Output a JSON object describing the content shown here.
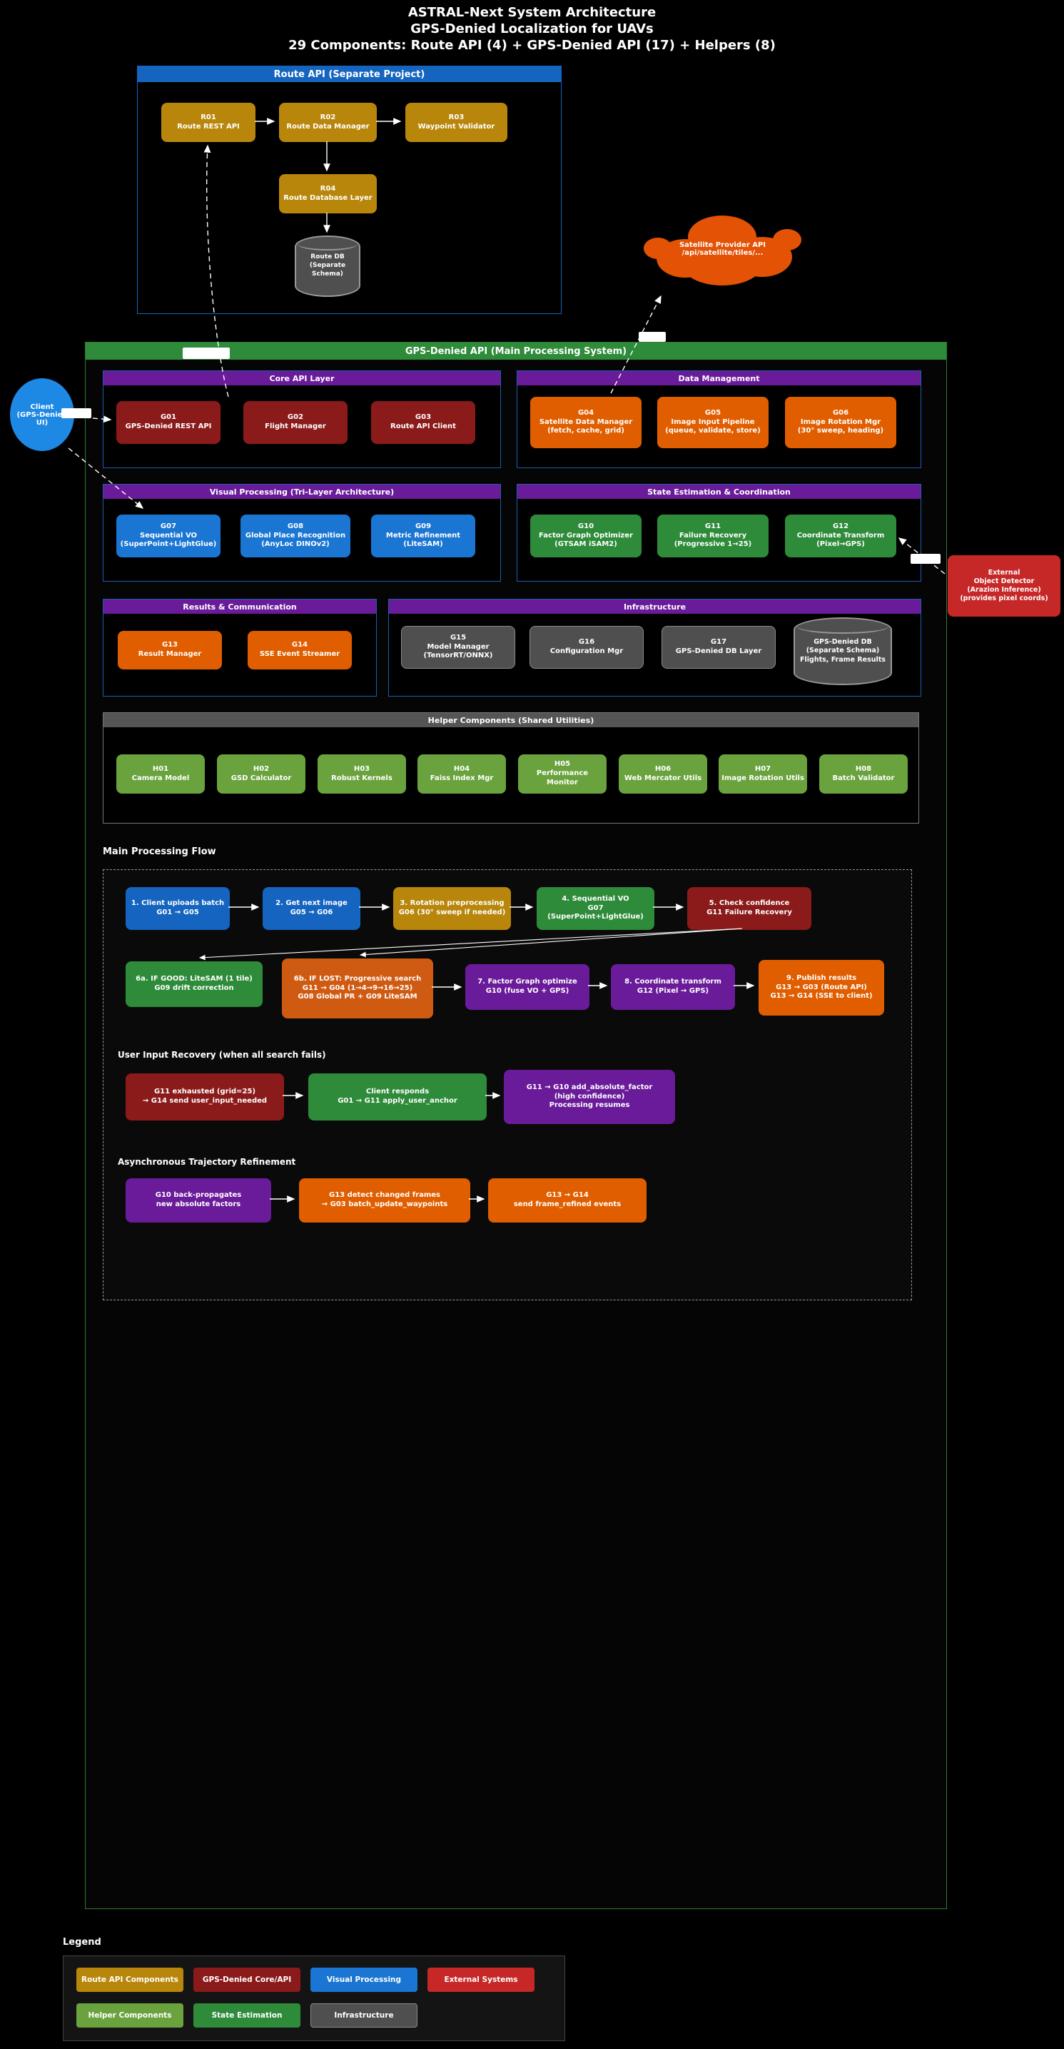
{
  "title": {
    "line1": "ASTRAL-Next System Architecture",
    "line2": "GPS-Denied Localization for UAVs",
    "line3": "29 Components: Route API (4) + GPS-Denied API (17) + Helpers (8)"
  },
  "route_api": {
    "header": "Route API (Separate Project)",
    "nodes": {
      "r01": "R01\nRoute REST API",
      "r02": "R02\nRoute Data Manager",
      "r03": "R03\nWaypoint Validator",
      "r04": "R04\nRoute Database Layer",
      "db": "Route DB\n(Separate\nSchema)"
    }
  },
  "satellite": "Satellite Provider API\n/api/satellite/tiles/...",
  "client": "Client\n(GPS-Denied\nUI)",
  "external_detector": "External\nObject Detector\n(Arazion Inference)\n(provides pixel coords)",
  "gps_api": {
    "header": "GPS-Denied API (Main Processing System)",
    "core": {
      "header": "Core API Layer",
      "g01": "G01\nGPS-Denied REST API",
      "g02": "G02\nFlight Manager",
      "g03": "G03\nRoute API Client"
    },
    "data": {
      "header": "Data Management",
      "g04": "G04\nSatellite Data Manager\n(fetch, cache, grid)",
      "g05": "G05\nImage Input Pipeline\n(queue, validate, store)",
      "g06": "G06\nImage Rotation Mgr\n(30° sweep, heading)"
    },
    "visual": {
      "header": "Visual Processing (Tri-Layer Architecture)",
      "g07": "G07\nSequential VO\n(SuperPoint+LightGlue)",
      "g08": "G08\nGlobal Place Recognition\n(AnyLoc DINOv2)",
      "g09": "G09\nMetric Refinement\n(LiteSAM)"
    },
    "state": {
      "header": "State Estimation & Coordination",
      "g10": "G10\nFactor Graph Optimizer\n(GTSAM iSAM2)",
      "g11": "G11\nFailure Recovery\n(Progressive 1→25)",
      "g12": "G12\nCoordinate Transform\n(Pixel→GPS)"
    },
    "results": {
      "header": "Results & Communication",
      "g13": "G13\nResult Manager",
      "g14": "G14\nSSE Event Streamer"
    },
    "infra": {
      "header": "Infrastructure",
      "g15": "G15\nModel Manager\n(TensorRT/ONNX)",
      "g16": "G16\nConfiguration Mgr",
      "g17": "G17\nGPS-Denied DB Layer",
      "db": "GPS-Denied DB\n(Separate Schema)\nFlights, Frame Results"
    },
    "helpers": {
      "header": "Helper Components (Shared Utilities)",
      "h01": "H01\nCamera Model",
      "h02": "H02\nGSD Calculator",
      "h03": "H03\nRobust Kernels",
      "h04": "H04\nFaiss Index Mgr",
      "h05": "H05\nPerformance Monitor",
      "h06": "H06\nWeb Mercator Utils",
      "h07": "H07\nImage Rotation Utils",
      "h08": "H08\nBatch Validator"
    }
  },
  "flow": {
    "title": "Main Processing Flow",
    "s1": "1. Client uploads batch\nG01 → G05",
    "s2": "2. Get next image\nG05 → G06",
    "s3": "3. Rotation preprocessing\nG06 (30° sweep if needed)",
    "s4": "4. Sequential VO\nG07 (SuperPoint+LightGlue)",
    "s5": "5. Check confidence\nG11 Failure Recovery",
    "s6a": "6a. IF GOOD: LiteSAM (1 tile)\nG09 drift correction",
    "s6b": "6b. IF LOST: Progressive search\nG11 → G04 (1→4→9→16→25)\nG08 Global PR + G09 LiteSAM",
    "s7": "7. Factor Graph optimize\nG10 (fuse VO + GPS)",
    "s8": "8. Coordinate transform\nG12 (Pixel → GPS)",
    "s9": "9. Publish results\nG13 → G03 (Route API)\nG13 → G14 (SSE to client)",
    "recovery_title": "User Input Recovery (when all search fails)",
    "r1": "G11 exhausted (grid=25)\n→ G14 send user_input_needed",
    "r2": "Client responds\nG01 → G11 apply_user_anchor",
    "r3": "G11 → G10 add_absolute_factor\n(high confidence)\nProcessing resumes",
    "async_title": "Asynchronous Trajectory Refinement",
    "a1": "G10 back-propagates\nnew absolute factors",
    "a2": "G13 detect changed frames\n→ G03 batch_update_waypoints",
    "a3": "G13 → G14\nsend frame_refined events"
  },
  "legend": {
    "title": "Legend",
    "items": [
      {
        "label": "Route API Components",
        "color": "#b8860b"
      },
      {
        "label": "GPS-Denied Core/API",
        "color": "#8b1a1a"
      },
      {
        "label": "Visual Processing",
        "color": "#1a76d2"
      },
      {
        "label": "External Systems",
        "color": "#c62828"
      },
      {
        "label": "Helper Components",
        "color": "#6aa33e"
      },
      {
        "label": "State Estimation",
        "color": "#2e8b3a"
      },
      {
        "label": "Infrastructure",
        "color": "#4f4f4f"
      }
    ]
  },
  "colors": {
    "route_api_gold": "#b8860b",
    "gps_core_red": "#8b1a1a",
    "data_results_orange": "#e05e00",
    "visual_blue": "#1a76d2",
    "state_green": "#2e8b3a",
    "helper_green": "#6aa33e",
    "infrastructure_gray": "#4f4f4f",
    "purple_header": "#6a1b9a",
    "external_red": "#c62828",
    "cloud_orange": "#e35205",
    "client_blue": "#1e88e5",
    "main_border_green": "#2e7d32",
    "route_header_blue": "#1565c0"
  }
}
